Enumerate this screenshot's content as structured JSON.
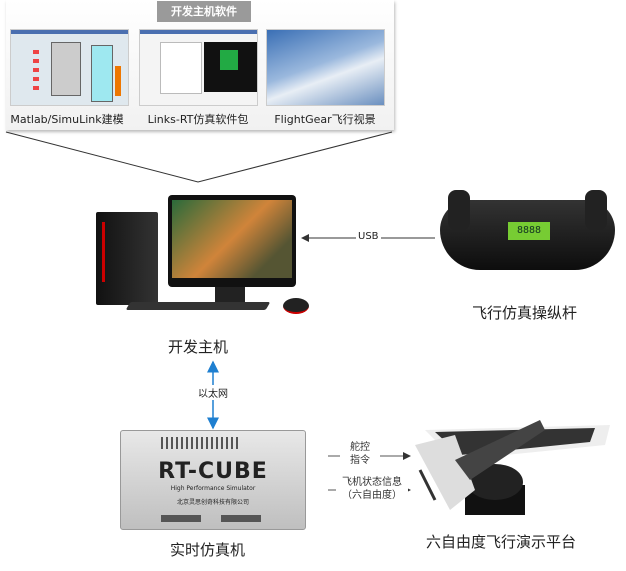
{
  "software_panel": {
    "title": "开发主机软件",
    "items": [
      {
        "caption": "Matlab/SimuLink建模"
      },
      {
        "caption": "Links-RT仿真软件包"
      },
      {
        "caption": "FlightGear飞行视景"
      }
    ]
  },
  "dev_host": {
    "label": "开发主机"
  },
  "joystick": {
    "label": "飞行仿真操纵杆",
    "display": "8888"
  },
  "usb": {
    "label": "USB"
  },
  "ethernet": {
    "label": "以太网"
  },
  "rt_cube": {
    "label": "实时仿真机",
    "brand": "RT-CUBE",
    "subtitle": "High Performance Simulator",
    "company": "北京灵思创奇科技有限公司"
  },
  "signals": {
    "control_line1": "舵控",
    "control_line2": "指令",
    "state_line1": "飞机状态信息",
    "state_line2": "（六自由度）"
  },
  "platform": {
    "label": "六自由度飞行演示平台"
  }
}
